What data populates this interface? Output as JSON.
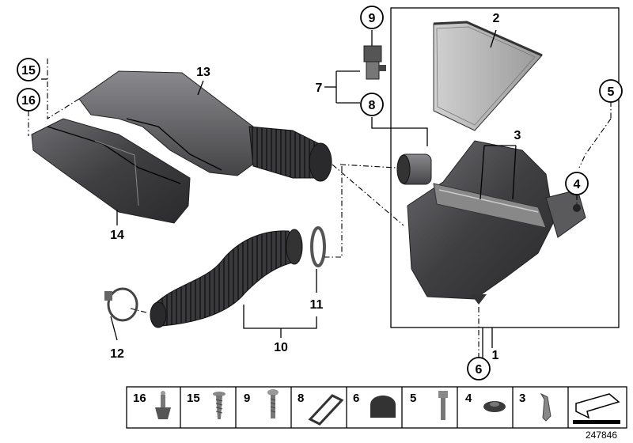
{
  "callouts": [
    {
      "id": "c1",
      "text": "1"
    },
    {
      "id": "c2",
      "text": "2"
    },
    {
      "id": "c3",
      "text": "3"
    },
    {
      "id": "c4",
      "text": "4"
    },
    {
      "id": "c5",
      "text": "5"
    },
    {
      "id": "c6",
      "text": "6"
    },
    {
      "id": "c7",
      "text": "7"
    },
    {
      "id": "c8",
      "text": "8"
    },
    {
      "id": "c9",
      "text": "9"
    },
    {
      "id": "c10",
      "text": "10"
    },
    {
      "id": "c11",
      "text": "11"
    },
    {
      "id": "c12",
      "text": "12"
    },
    {
      "id": "c13",
      "text": "13"
    },
    {
      "id": "c14",
      "text": "14"
    },
    {
      "id": "c15",
      "text": "15"
    },
    {
      "id": "c16",
      "text": "16"
    }
  ],
  "parts_bar": [
    {
      "number": "16",
      "part": "clip-rivet"
    },
    {
      "number": "15",
      "part": "screw"
    },
    {
      "number": "9",
      "part": "screw"
    },
    {
      "number": "8",
      "part": "seal-ring"
    },
    {
      "number": "6",
      "part": "rubber-cap"
    },
    {
      "number": "5",
      "part": "bolt"
    },
    {
      "number": "4",
      "part": "grommet"
    },
    {
      "number": "3",
      "part": "clamp-clip"
    }
  ],
  "reference_number": "247846",
  "colors": {
    "part_dark": "#3c3c3e",
    "part_mid": "#5a5a5c",
    "part_light": "#7d7d80",
    "filter": "#b8b8b8"
  }
}
